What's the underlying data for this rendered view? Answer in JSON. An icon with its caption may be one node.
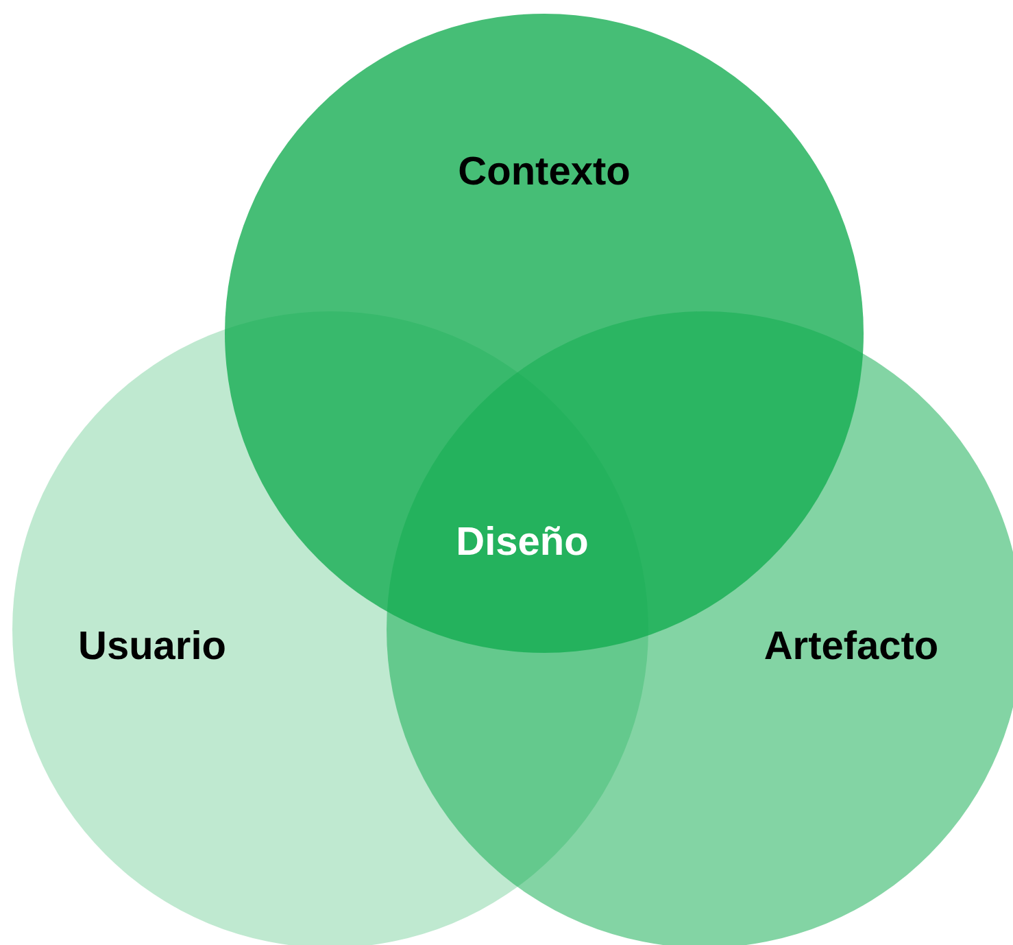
{
  "diagram": {
    "nodes": [
      {
        "text": [
          "Contexto"
        ]
      },
      {
        "text": [
          "Usuario"
        ]
      },
      {
        "text": [
          "Artefacto"
        ]
      }
    ],
    "labels": [
      "Diseño"
    ]
  }
}
